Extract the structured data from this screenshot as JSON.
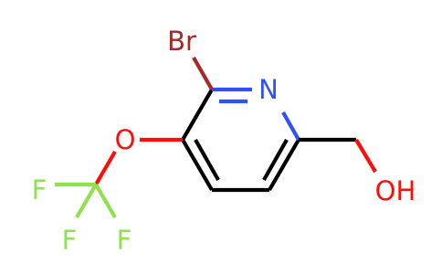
{
  "molecule": {
    "atoms": {
      "br": "Br",
      "n": "N",
      "o": "O",
      "oh": "OH",
      "f1": "F",
      "f2": "F",
      "f3": "F"
    },
    "colors": {
      "carbon_bond": "#000000",
      "nitrogen": "#3050f8",
      "oxygen": "#ff0d0d",
      "bromine": "#a62929",
      "fluorine": "#90e050"
    }
  }
}
